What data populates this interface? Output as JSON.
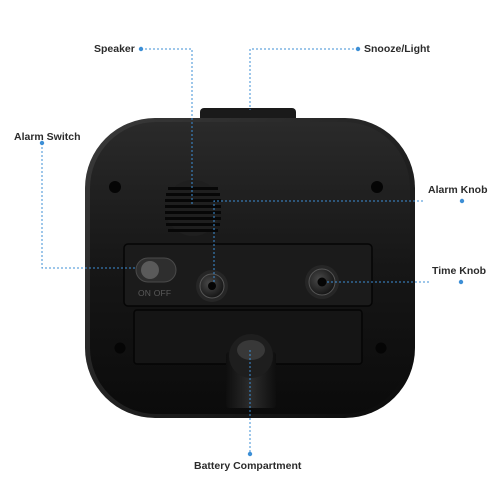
{
  "labels": {
    "speaker": "Speaker",
    "snooze_light": "Snooze/Light",
    "alarm_switch": "Alarm Switch",
    "alarm_knob": "Alarm Knob",
    "time_knob": "Time Knob",
    "battery_compartment": "Battery Compartment"
  },
  "switch_text": "ON OFF",
  "colors": {
    "callout_line": "#3d8fd6",
    "body": "#141414",
    "text": "#2b2b2b"
  }
}
